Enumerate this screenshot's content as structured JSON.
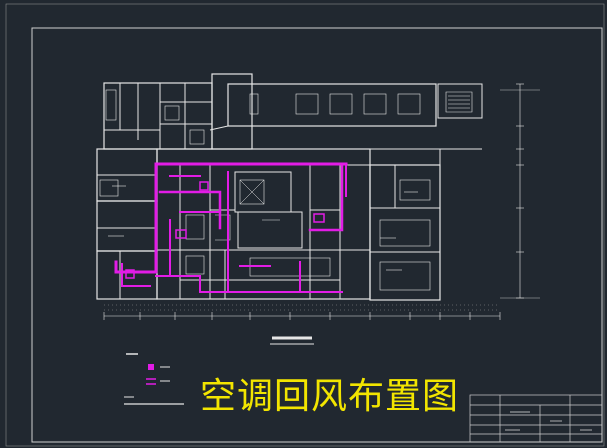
{
  "drawing": {
    "overlay_title": "空调回风布置图",
    "colors": {
      "background": "#212830",
      "lines": "#e6e6e6",
      "duct": "#e21ce6",
      "title_yellow": "#f2e500"
    },
    "legend": {
      "supply_symbol_icon": "duct-square-symbol",
      "return_symbol_icon": "duct-double-line-symbol"
    }
  }
}
